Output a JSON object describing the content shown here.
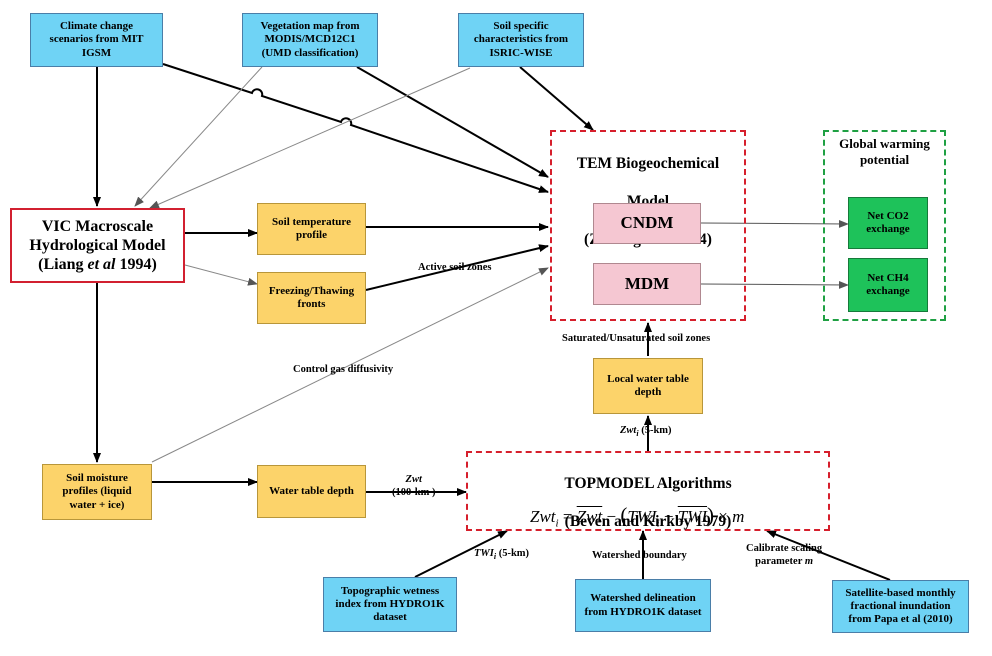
{
  "sources": {
    "climate": "Climate change\nscenarios from MIT\nIGSM",
    "vegetation": "Vegetation map from\nMODIS/MCD12C1\n(UMD classification)",
    "soil": "Soil specific\ncharacteristics from\nISRIC-WISE"
  },
  "vic": {
    "line1": "VIC Macroscale",
    "line2": "Hydrological Model",
    "line3_pre": "(Liang ",
    "line3_em": "et al",
    "line3_post": " 1994)"
  },
  "boxes": {
    "soil_temp": "Soil temperature\nprofile",
    "freezing": "Freezing/Thawing\nfronts",
    "soil_moisture": "Soil moisture\nprofiles (liquid\nwater + ice)",
    "water_table": "Water table depth",
    "local_water": "Local water table\ndepth"
  },
  "tem": {
    "line1": "TEM Biogeochemical",
    "line2": "Model",
    "line3_pre": "(Zhuang ",
    "line3_em": "et al",
    "line3_post": " 2004)",
    "cndm": "CNDM",
    "mdm": "MDM"
  },
  "gwp": {
    "title": "Global warming\npotential",
    "co2": "Net CO2\nexchange",
    "ch4": "Net CH4\nexchange"
  },
  "topmodel": {
    "line1": "TOPMODEL Algorithms",
    "line2": "(Beven and Kirkby 1979)",
    "eq": {
      "lhs": "Zwt",
      "sub": "i",
      "eqsign": " = ",
      "zwt_bar": "Zwt",
      "minus": " − ",
      "twi": "TWI",
      "twi_sub": "i",
      "minus2": " − ",
      "twi_bar": "TWI",
      "times": " × ",
      "m": "m"
    }
  },
  "bottom": {
    "twi_index": "Topographic wetness\nindex from HYDRO1K\ndataset",
    "watershed": "Watershed delineation\nfrom HYDRO1K dataset",
    "satellite": "Satellite-based monthly\nfractional inundation\nfrom Papa et al (2010)"
  },
  "labels": {
    "active": "Active soil zones",
    "control": "Control gas diffusivity",
    "saturated": "Saturated/Unsaturated soil zones",
    "zwti_var": "Zwt",
    "zwti_sub": "i",
    "zwti_rest": " (5-km)",
    "zwt_var": "Zwt",
    "zwt_rest": "(100-km )",
    "twii_var": "TWI",
    "twii_sub": "i",
    "twii_rest": " (5-km)",
    "watershed_boundary": "Watershed boundary",
    "calibrate_pre": "Calibrate scaling",
    "calibrate_post": "parameter ",
    "calibrate_m": "m"
  },
  "colors": {
    "source_blue": "#6fd3f5",
    "process_yellow": "#fcd36a",
    "model_pink": "#f5c7d2",
    "output_green": "#1ec25a",
    "dash_red": "#d61f2c",
    "dash_green": "#1fa043"
  }
}
